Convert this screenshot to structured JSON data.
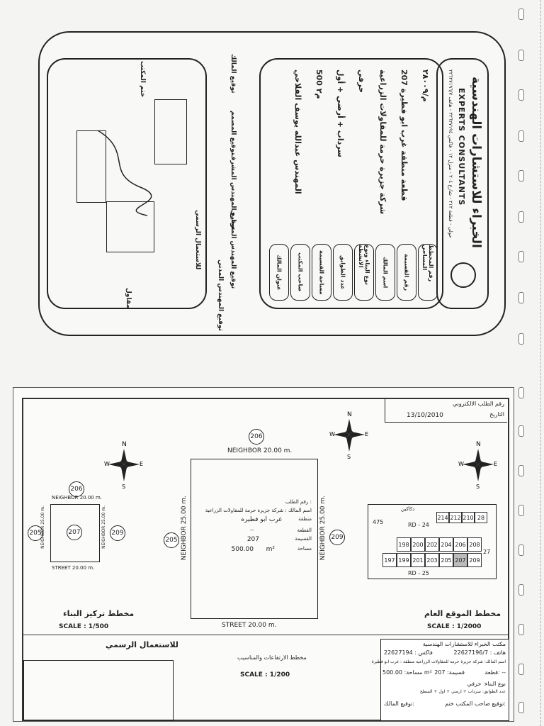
{
  "office": {
    "name_ar": "الخبراء للاستشارات الهندسية",
    "name_en": "EXPERTS CONSULTANTS",
    "address": "حولي - قطعة ٢١٢ - شارع ٢٠٤ - منزل ١٢ - فاكس ٢٢٦٢٧١٩٤ - هاتف ٢٢٦٢٧١٩٦/٧"
  },
  "board": {
    "rows": [
      {
        "label": "رقم المخطط المساحي",
        "value": "م/٢٨٠٠٩"
      },
      {
        "label": "رقم القسيمة",
        "value": "207 قطعة منطقة غرب ابو فطيرة"
      },
      {
        "label": "اسم المالك",
        "value": "شركة جزيرة حرمة للمقاولات الزراعية"
      },
      {
        "label": "نوع البناء ونوع الانشطة",
        "value": "حرفي"
      },
      {
        "label": "عدد الطوابق",
        "value": "سرداب + أرضي + أول"
      },
      {
        "label": "مساحة القسيمة",
        "value": "500 م٢"
      },
      {
        "label": "صاحب المكتب",
        "value": "المهندس عبدالله يوسف الفلاحي"
      },
      {
        "label": "عنوان المالك",
        "value": ""
      }
    ],
    "signatures": [
      "توقيع المالك",
      "توقيع المصمم",
      "توقيع المهندس المشرف",
      "توقيع المهندس المعماري",
      "توقيع المهندس المدني",
      "للاستعمال الرسمي",
      "ختم المكتب",
      "مقاول"
    ]
  },
  "sheet": {
    "request_label": "رقم الطلب الالكتروني",
    "date_label": "التاريخ",
    "date": "13/10/2010",
    "plot_numbers": {
      "center": "206",
      "left": "205",
      "right": "209",
      "main": "207"
    },
    "neighbor_top": "NEIGHBOR  20.00 m.",
    "neighbor_left": "NEIGHBOR  25.00 m.",
    "neighbor_right": "NEIGHBOR  25.00 m.",
    "street": "STREET  20.00 m.",
    "info": {
      "request": "رقم الطلب :",
      "owner": "اسم المالك : شركة جزيرة حرمة للمقاولات الزراعية",
      "area": "غرب ابو فطيره",
      "area_label": "منطقة",
      "block_label": "القطعة",
      "block": "--",
      "plot_label": "القسيمة",
      "plot": "207",
      "size_label": "مساحة",
      "size": "500.00",
      "unit": "m²"
    },
    "left_plan": {
      "title": "مخطط تركيز البناء",
      "scale": "SCALE :  1/500",
      "neighbor": "NEIGHBOR  20.00 m.",
      "side_left": "NEIGHBOR  25.00 m.",
      "side_right": "NEIGHBOR  25.00 m.",
      "street": "STREET  20.00 m.",
      "num_top": "206",
      "num_left": "205",
      "num_center": "207",
      "num_right": "209"
    },
    "site_plan": {
      "title": "مخطط الموقع العام",
      "scale": "SCALE :  1/2000",
      "shops": "دكاكين",
      "rd_top": "RD - 24",
      "rd_bottom": "RD - 25",
      "top_row": [
        "214",
        "212",
        "210",
        "28"
      ],
      "left_num": "475",
      "mid_row": [
        "198",
        "200",
        "202",
        "204",
        "206",
        "208"
      ],
      "bot_row": [
        "197",
        "199",
        "201",
        "203",
        "205",
        "207",
        "209"
      ],
      "right_num": "27"
    },
    "elevations": {
      "title": "مخطط الارتفاعات والمناسيب",
      "scale": "SCALE :  1/200"
    },
    "official_use": "للاستعمال الرسمي",
    "title_block": {
      "office": "مكتب الخبراء للاستشارات الهندسية",
      "phone": "هاتف : 22627196/7",
      "fax": "فاكس : 22627194",
      "owner": "اسم المالك: شركة جزيرة حرمة للمقاولات الزراعية  منطقة : غرب ابو فطيرة",
      "block": "قطعة: --",
      "plot": "قسيمة: 207",
      "size": "مساحة: 500.00 m²",
      "type": "نوع البناء: حرفي",
      "floors": "عدد الطوابق: سرداب + ارضي + اول + السطح",
      "sig_owner": "توقيع المالك:",
      "sig_office": "توقيع صاحب المكتب ختم:"
    }
  }
}
